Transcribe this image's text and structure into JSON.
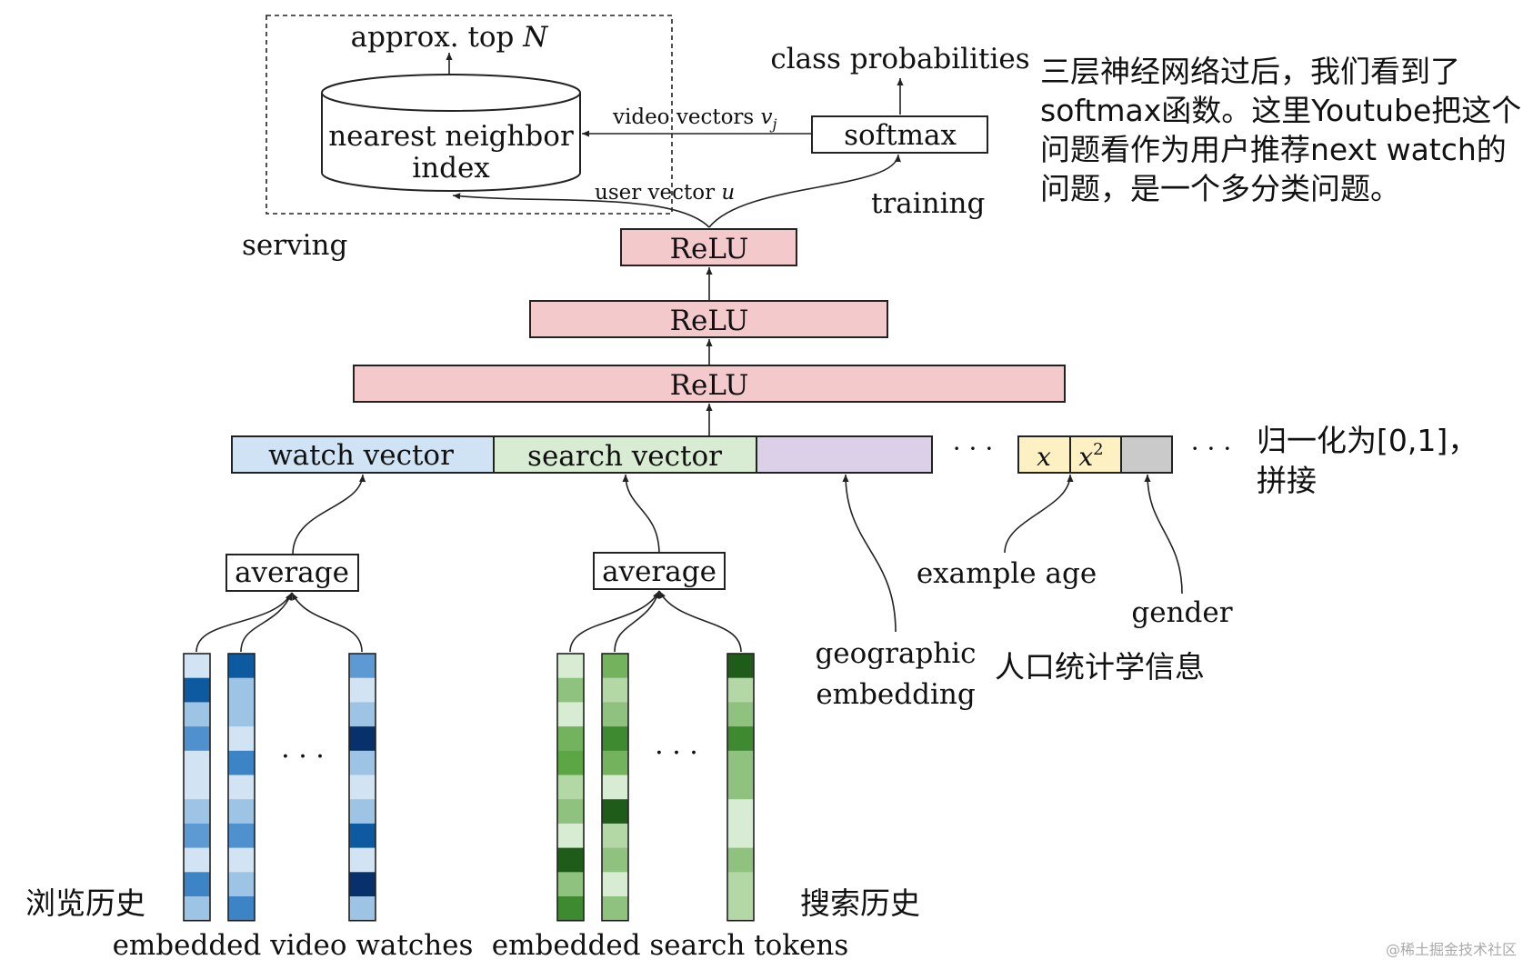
{
  "labels": {
    "approx_top": "approx. top ",
    "approx_top_var": "N",
    "nn_line1": "nearest neighbor",
    "nn_line2": "index",
    "video_vectors": "video vectors ",
    "video_vectors_var": "v",
    "video_vectors_sub": "j",
    "user_vector": "user vector ",
    "user_vector_var": "u",
    "class_probabilities": "class probabilities",
    "softmax": "softmax",
    "training": "training",
    "serving": "serving",
    "relu_top": "ReLU",
    "relu_mid": "ReLU",
    "relu_bottom": "ReLU",
    "watch_vector": "watch vector",
    "search_vector": "search vector",
    "x": "x",
    "x2_base": "x",
    "x2_exp": "2",
    "average_watch": "average",
    "average_search": "average",
    "example_age": "example age",
    "gender": "gender",
    "geographic_line1": "geographic",
    "geographic_line2": "embedding",
    "embedded_video_watches": "embedded video watches",
    "embedded_search_tokens": "embedded search tokens",
    "dots": "· · ·"
  },
  "annotations": {
    "softmax_note_1": "三层神经网络过后，我们看到了",
    "softmax_note_2": "softmax函数。这里Youtube把这个",
    "softmax_note_3": "问题看作为用户推荐next watch的",
    "softmax_note_4": "问题，是一个多分类问题。",
    "normalize_1": "归一化为[0,1]，",
    "normalize_2": "拼接",
    "demographics": "人口统计学信息",
    "browse_history": "浏览历史",
    "search_history": "搜索历史",
    "watermark": "@稀土掘金技术社区"
  },
  "colors": {
    "relu": "#f4c9cb",
    "watch": "#cfe3f4",
    "search": "#d7ecd3",
    "geo": "#dccfe8",
    "age": "#fdf1c3",
    "gender": "#cacaca"
  },
  "embeddings": {
    "video": [
      [
        "#d2e4f4",
        "#0d5aa0",
        "#9dc4e5",
        "#4f91cf",
        "#d2e4f4",
        "#d2e4f4",
        "#9dc4e5",
        "#5d9ad4",
        "#d2e4f4",
        "#3d84c6",
        "#9dc4e5"
      ],
      [
        "#0d5aa0",
        "#9dc4e5",
        "#9dc4e5",
        "#d2e4f4",
        "#3d84c6",
        "#d2e4f4",
        "#9dc4e5",
        "#4f91cf",
        "#d2e4f4",
        "#9dc4e5",
        "#3d84c6"
      ],
      [
        "#5d9ad4",
        "#d2e4f4",
        "#9dc4e5",
        "#08306b",
        "#9dc4e5",
        "#d2e4f4",
        "#9dc4e5",
        "#0d5aa0",
        "#d2e4f4",
        "#08306b",
        "#9dc4e5"
      ]
    ],
    "search": [
      [
        "#d8ecd3",
        "#8fc27e",
        "#d8ecd3",
        "#73b35e",
        "#5da645",
        "#b3d8a6",
        "#8fc27e",
        "#d8ecd3",
        "#1f5c1a",
        "#8fc27e",
        "#3d8a30"
      ],
      [
        "#73b35e",
        "#b3d8a6",
        "#8fc27e",
        "#3d8a30",
        "#73b35e",
        "#d8ecd3",
        "#1f5c1a",
        "#b3d8a6",
        "#8fc27e",
        "#d8ecd3",
        "#8fc27e"
      ],
      [
        "#1f5c1a",
        "#b3d8a6",
        "#8fc27e",
        "#3d8a30",
        "#8fc27e",
        "#8fc27e",
        "#d8ecd3",
        "#d8ecd3",
        "#8fc27e",
        "#b3d8a6",
        "#b3d8a6"
      ]
    ]
  }
}
